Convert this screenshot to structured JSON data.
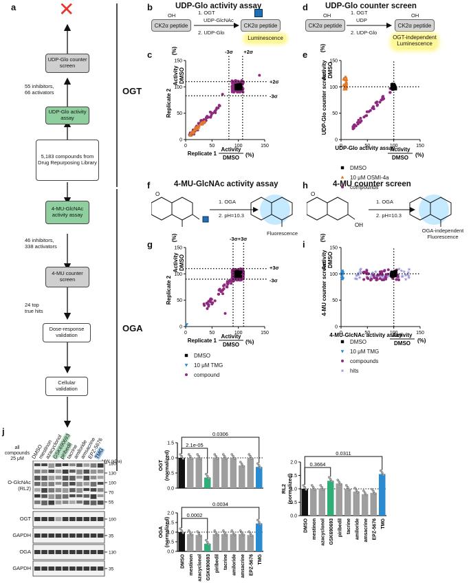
{
  "panels": {
    "a": "a",
    "b": "b",
    "c": "c",
    "d": "d",
    "e": "e",
    "f": "f",
    "g": "g",
    "h": "h",
    "i": "i",
    "j": "j"
  },
  "flow": {
    "counter_screen_ogt": "UDP-Glo counter screen",
    "activity_ogt": "UDP-Glo activity assay",
    "note_ogt": "55 inhibitors,\n66 activators",
    "library": "5,183 compounds from Drug Repurposing Library",
    "activity_oga": "4-MU-GlcNAc activity assay",
    "note_oga": "46 inhibitors,\n338 activators",
    "counter_screen_oga": "4-MU counter screen",
    "note_hits": "24 top\ntrue hits",
    "dose": "Dose-response validation",
    "cellular": "Cellular validation",
    "label_ogt": "OGT",
    "label_oga": "OGA",
    "fail_mark": "✕"
  },
  "b": {
    "title": "UDP-Glo activity assay",
    "peptide_left": "CK2α peptide",
    "peptide_right": "CK2α peptide",
    "oh": "OH",
    "step1": "1.    OGT",
    "step1b": "UDP-GlcNAc",
    "step2": "2.   UDP-Glo",
    "readout": "Luminescence"
  },
  "d": {
    "title": "UDP-Glo counter screen",
    "peptide_left": "CK2α peptide",
    "peptide_right": "CK2α peptide",
    "oh_left": "OH",
    "oh_right": "OH",
    "step1": "1.   OGT",
    "step1b": "UDP",
    "step2": "2.   UDP-Glo",
    "readout": "OGT-independent Luminescence"
  },
  "f": {
    "title": "4-MU-GlcNAc activity assay",
    "step1": "1. OGA",
    "step2": "2. pH=10.3",
    "readout": "Fluorescence"
  },
  "h": {
    "title": "4-MU counter screen",
    "step1": "1. OGA",
    "step2": "2. pH=10.3",
    "readout": "OGA-independent Fluorescence"
  },
  "scatter_common": {
    "xlabel_c": "Replicate 1",
    "ylabel_c": "Replicate 2",
    "activity": "Activity",
    "dmso": "DMSO",
    "percent": "(%)"
  },
  "c": {
    "thresholds_top": [
      "-3σ",
      "+2σ"
    ],
    "thresholds_right": [
      "+2σ",
      "-3σ"
    ],
    "xticks": [
      "0",
      "50",
      "100",
      "150"
    ],
    "yticks": [
      "0",
      "50",
      "100",
      "150"
    ]
  },
  "e": {
    "ylabel": "UDP-Glo counter screen",
    "xlabel": "UDP-Glo activity assay",
    "xticks": [
      "0",
      "50",
      "100",
      "150"
    ],
    "yticks": [
      "0",
      "50",
      "100",
      "150"
    ]
  },
  "g": {
    "thresholds_top": [
      "-3σ+3σ"
    ],
    "thresholds_right": [
      "+3σ",
      "-3σ"
    ],
    "xticks": [
      "0",
      "50",
      "100",
      "150"
    ],
    "yticks": [
      "0",
      "50",
      "100",
      "150"
    ]
  },
  "i": {
    "ylabel": "4-MU counter screen",
    "xlabel": "4-MU-GlcNAc activity assay",
    "xticks": [
      "0",
      "50",
      "100",
      "150"
    ],
    "yticks": [
      "0",
      "50",
      "100",
      "150"
    ]
  },
  "legend_ce": [
    {
      "label": "DMSO",
      "color": "#000000",
      "shape": "square"
    },
    {
      "label": "10 μM OSMI-4a",
      "color": "#e07a2a",
      "shape": "triangle"
    },
    {
      "label": "compounds",
      "color": "#8e2a7e",
      "shape": "circle"
    }
  ],
  "legend_g": [
    {
      "label": "DMSO",
      "color": "#000000",
      "shape": "square"
    },
    {
      "label": "10 μM TMG",
      "color": "#2a8bd0",
      "shape": "triangle-down"
    },
    {
      "label": "compound",
      "color": "#8e2a7e",
      "shape": "circle"
    }
  ],
  "legend_i": [
    {
      "label": "DMSO",
      "color": "#000000",
      "shape": "square"
    },
    {
      "label": "10 μM TMG",
      "color": "#2a8bd0",
      "shape": "triangle-down"
    },
    {
      "label": "compounds",
      "color": "#8e2a7e",
      "shape": "circle"
    },
    {
      "label": "hits",
      "color": "#9a9ad8",
      "shape": "star"
    }
  ],
  "j": {
    "compound_note": "all compounds 25 μM",
    "lanes": [
      "DMSO",
      "mestinon",
      "azacyclonol",
      "GSK690693",
      "piribedil",
      "tacrine",
      "amiloride",
      "amsacrine",
      "EPZ-5676",
      "TMG"
    ],
    "mw_header": "MW (kDa)",
    "blots": [
      {
        "label": "O-GlcNAc (RL2)",
        "mw": [
          "180",
          "130",
          "100",
          "70",
          "55"
        ]
      },
      {
        "label": "OGT",
        "mw": [
          "100"
        ]
      },
      {
        "label": "GAPDH",
        "mw": [
          "35"
        ]
      },
      {
        "label": "OGA",
        "mw": [
          "130"
        ]
      },
      {
        "label": "GAPDH",
        "mw": [
          "35"
        ]
      }
    ]
  },
  "chart_data": [
    {
      "type": "bar",
      "ylabel": "OGT (normalized)",
      "categories": [
        "DMSO",
        "mestinon",
        "azacyclonol",
        "GSK690693",
        "piribedil",
        "tacrine",
        "amiloride",
        "amsacrine",
        "EPZ-5676",
        "TMG"
      ],
      "values": [
        1.0,
        1.0,
        1.0,
        0.35,
        1.0,
        1.0,
        1.0,
        0.75,
        1.0,
        0.7
      ],
      "ylim": [
        0,
        1.5
      ],
      "yticks": [
        "0.0",
        "0.5",
        "1.0",
        "1.5"
      ],
      "annotations": [
        {
          "from": "DMSO",
          "to": "GSK690693",
          "label": "2.1e-05"
        },
        {
          "from": "DMSO",
          "to": "TMG",
          "label": "0.0306"
        }
      ]
    },
    {
      "type": "bar",
      "ylabel": "OGA (normalized)",
      "categories": [
        "DMSO",
        "mestinon",
        "azacyclonol",
        "GSK690693",
        "piribedil",
        "tacrine",
        "amiloride",
        "amsacrine",
        "EPZ-5676",
        "TMG"
      ],
      "values": [
        1.0,
        0.9,
        0.85,
        0.4,
        0.9,
        0.9,
        0.9,
        0.9,
        0.85,
        1.45
      ],
      "ylim": [
        0,
        2.0
      ],
      "yticks": [
        "0.0",
        "0.5",
        "1.0",
        "1.5",
        "2.0"
      ],
      "annotations": [
        {
          "from": "DMSO",
          "to": "GSK690693",
          "label": "0.0002"
        },
        {
          "from": "DMSO",
          "to": "TMG",
          "label": "0.0034"
        }
      ]
    },
    {
      "type": "bar",
      "ylabel": "RL2 (normalized)",
      "categories": [
        "DMSO",
        "mestinon",
        "azacyclonol",
        "GSK690693",
        "piribedil",
        "tacrine",
        "amiloride",
        "amsacrine",
        "EPZ-5676",
        "TMG"
      ],
      "values": [
        1.0,
        1.0,
        1.0,
        1.3,
        1.2,
        1.0,
        0.9,
        0.8,
        0.85,
        1.55
      ],
      "ylim": [
        0,
        2.0
      ],
      "yticks": [
        "0.0",
        "0.5",
        "1.0",
        "1.5",
        "2.0"
      ],
      "annotations": [
        {
          "from": "DMSO",
          "to": "GSK690693",
          "label": "0.3664"
        },
        {
          "from": "DMSO",
          "to": "TMG",
          "label": "0.0311"
        }
      ]
    }
  ]
}
